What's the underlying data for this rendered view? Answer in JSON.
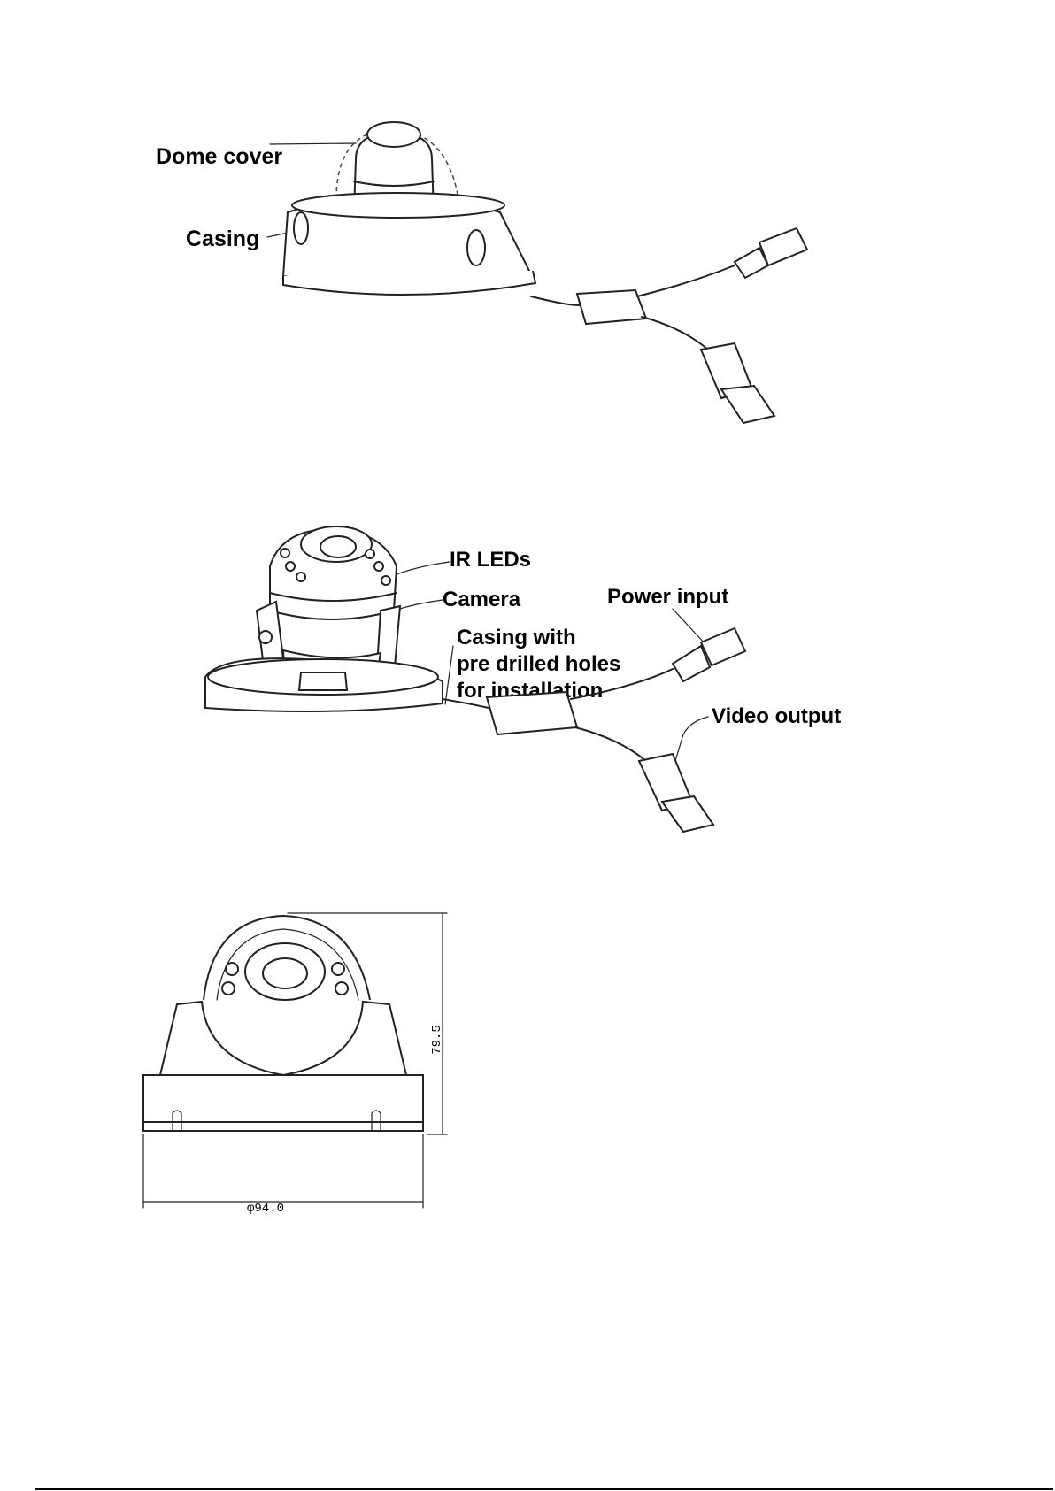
{
  "figure1": {
    "labels": {
      "dome_cover": "Dome cover",
      "casing": "Casing"
    }
  },
  "figure2": {
    "labels": {
      "ir_leds": "IR LEDs",
      "camera": "Camera",
      "power_input": "Power input",
      "casing_line1": "Casing with",
      "casing_line2": "pre drilled holes",
      "casing_line3": "for installation",
      "video_output": "Video output"
    }
  },
  "figure3": {
    "dimensions": {
      "height": "79.5",
      "diameter": "φ94.0"
    }
  }
}
